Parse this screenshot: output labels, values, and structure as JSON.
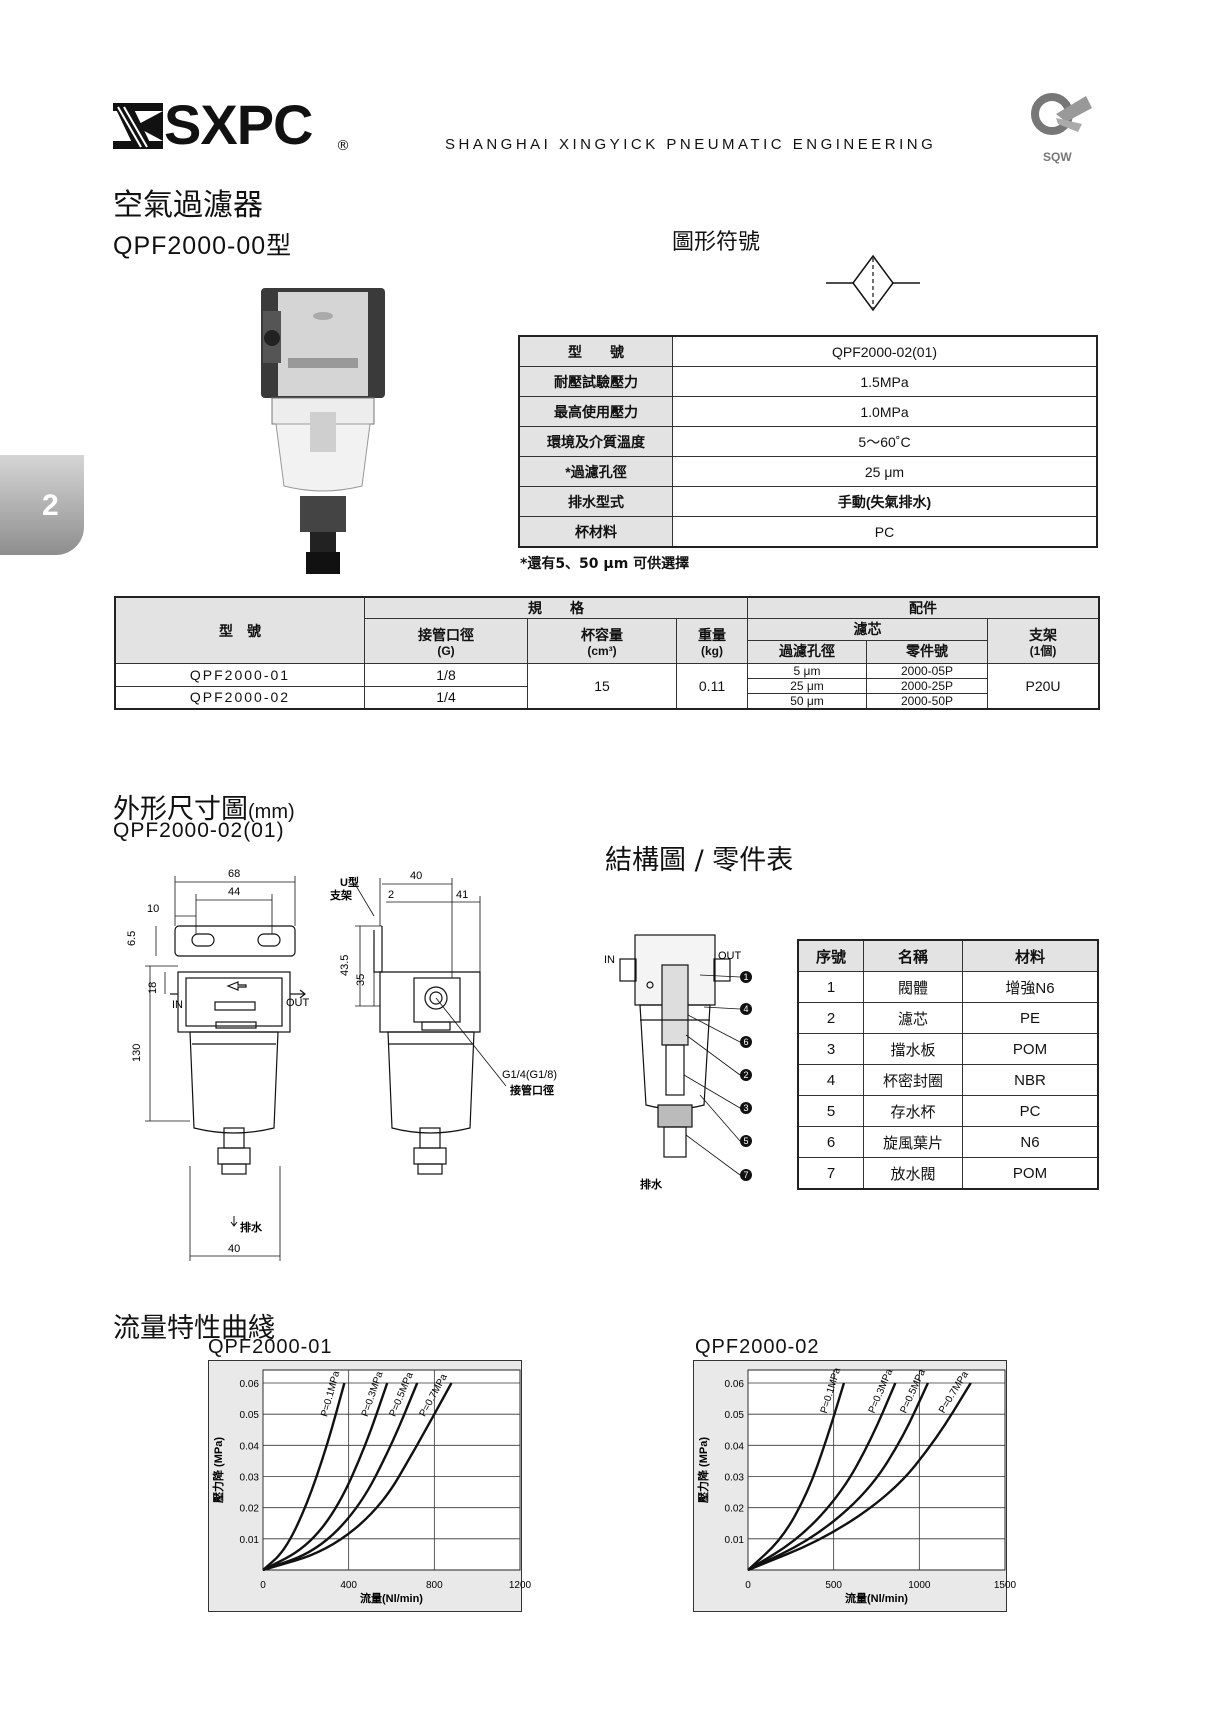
{
  "header": {
    "brand": "SXPC",
    "registered": "®",
    "company": "SHANGHAI XINGYICK PNEUMATIC ENGINEERING",
    "logo_right": "SQW"
  },
  "title": {
    "cn": "空氣過濾器",
    "model": "QPF2000-00型",
    "symbol_label": "圖形符號"
  },
  "side_tab": "2",
  "spec": {
    "rows": [
      {
        "k": "型　　號",
        "v": "QPF2000-02(01)"
      },
      {
        "k": "耐壓試驗壓力",
        "v": "1.5MPa"
      },
      {
        "k": "最高使用壓力",
        "v": "1.0MPa"
      },
      {
        "k": "環境及介質溫度",
        "v": "5～60˚C"
      },
      {
        "k": "*過濾孔徑",
        "v": "25 μm"
      },
      {
        "k": "排水型式",
        "v": "手動(失氣排水)"
      },
      {
        "k": "杯材料",
        "v": "PC"
      }
    ],
    "note": "*還有5、50 μm 可供選擇"
  },
  "model_table": {
    "h_model": "型　號",
    "h_spec": "規　　格",
    "h_parts": "配件",
    "h_port": "接管口徑",
    "h_port_unit": "(G)",
    "h_cup": "杯容量",
    "h_cup_unit": "(cm³)",
    "h_weight": "重量",
    "h_weight_unit": "(kg)",
    "h_filter": "濾芯",
    "h_pore": "過濾孔徑",
    "h_partno": "零件號",
    "h_bracket": "支架",
    "h_bracket_unit": "(1個)",
    "models": [
      "QPF2000-01",
      "QPF2000-02"
    ],
    "ports": [
      "1/8",
      "1/4"
    ],
    "cup": "15",
    "weight": "0.11",
    "pores": [
      "5 μm",
      "25 μm",
      "50 μm"
    ],
    "partnos": [
      "2000-05P",
      "2000-25P",
      "2000-50P"
    ],
    "bracket": "P20U"
  },
  "dimensions": {
    "title": "外形尺寸圖",
    "unit": "(mm)",
    "model": "QPF2000-02(01)",
    "labels": {
      "d68": "68",
      "d44": "44",
      "d10": "10",
      "d6_5": "6.5",
      "d18": "18",
      "d130": "130",
      "d40": "40",
      "d40b": "40",
      "d2": "2",
      "d41": "41",
      "d43_5": "43.5",
      "d35": "35",
      "u_bracket": "U型",
      "u_bracket2": "支架",
      "in": "IN",
      "out": "OUT",
      "drain": "排水",
      "port_note": "G1/4(G1/8)",
      "port_note2": "接管口徑"
    }
  },
  "structure": {
    "title": "結構圖 / 零件表",
    "in": "IN",
    "out": "OUT",
    "drain": "排水",
    "callouts": [
      "1",
      "4",
      "6",
      "2",
      "3",
      "5",
      "7"
    ],
    "parts_header": {
      "no": "序號",
      "name": "名稱",
      "mat": "材料"
    },
    "parts": [
      {
        "no": "1",
        "name": "閥體",
        "mat": "增強N6"
      },
      {
        "no": "2",
        "name": "濾芯",
        "mat": "PE"
      },
      {
        "no": "3",
        "name": "擋水板",
        "mat": "POM"
      },
      {
        "no": "4",
        "name": "杯密封圈",
        "mat": "NBR"
      },
      {
        "no": "5",
        "name": "存水杯",
        "mat": "PC"
      },
      {
        "no": "6",
        "name": "旋風葉片",
        "mat": "N6"
      },
      {
        "no": "7",
        "name": "放水閥",
        "mat": "POM"
      }
    ]
  },
  "flow": {
    "title": "流量特性曲綫"
  },
  "chart_data": [
    {
      "type": "line",
      "title": "QPF2000-01",
      "xlabel": "流量(Nl/min)",
      "ylabel": "壓力降 (MPa)",
      "xlim": [
        0,
        1200
      ],
      "ylim": [
        0,
        0.06
      ],
      "xticks": [
        0,
        400,
        800,
        1200
      ],
      "yticks": [
        0.01,
        0.02,
        0.03,
        0.04,
        0.05,
        0.06
      ],
      "series": [
        {
          "name": "P=0.1MPa",
          "x": [
            0,
            100,
            200,
            300,
            380
          ],
          "y": [
            0,
            0.006,
            0.02,
            0.04,
            0.06
          ]
        },
        {
          "name": "P=0.3MPa",
          "x": [
            0,
            200,
            350,
            480,
            580
          ],
          "y": [
            0,
            0.007,
            0.02,
            0.04,
            0.06
          ]
        },
        {
          "name": "P=0.5MPa",
          "x": [
            0,
            250,
            450,
            600,
            720
          ],
          "y": [
            0,
            0.006,
            0.02,
            0.04,
            0.06
          ]
        },
        {
          "name": "P=0.7MPa",
          "x": [
            0,
            300,
            550,
            720,
            880
          ],
          "y": [
            0,
            0.006,
            0.02,
            0.04,
            0.06
          ]
        }
      ]
    },
    {
      "type": "line",
      "title": "QPF2000-02",
      "xlabel": "流量(Nl/min)",
      "ylabel": "壓力降 (MPa)",
      "xlim": [
        0,
        1500
      ],
      "ylim": [
        0,
        0.06
      ],
      "xticks": [
        0,
        500,
        1000,
        1500
      ],
      "yticks": [
        0.01,
        0.02,
        0.03,
        0.04,
        0.05,
        0.06
      ],
      "series": [
        {
          "name": "P=0.1MPa",
          "x": [
            0,
            200,
            350,
            460,
            560
          ],
          "y": [
            0,
            0.01,
            0.025,
            0.042,
            0.06
          ]
        },
        {
          "name": "P=0.3MPa",
          "x": [
            0,
            300,
            550,
            720,
            860
          ],
          "y": [
            0,
            0.01,
            0.025,
            0.042,
            0.06
          ]
        },
        {
          "name": "P=0.5MPa",
          "x": [
            0,
            380,
            700,
            900,
            1050
          ],
          "y": [
            0,
            0.01,
            0.025,
            0.042,
            0.06
          ]
        },
        {
          "name": "P=0.7MPa",
          "x": [
            0,
            450,
            850,
            1100,
            1300
          ],
          "y": [
            0,
            0.01,
            0.025,
            0.042,
            0.06
          ]
        }
      ]
    }
  ]
}
